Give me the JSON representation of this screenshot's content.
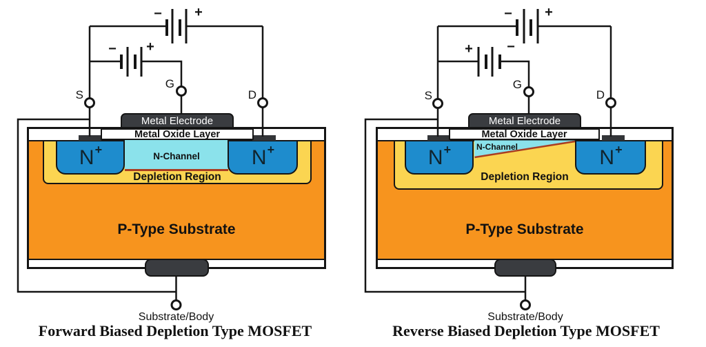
{
  "colors": {
    "substrate_orange": "#F7941E",
    "depletion_yellow": "#FBD551",
    "n_plus_blue": "#1E8CCD",
    "channel_cyan": "#8BE2EB",
    "metal_dark": "#3A3C40",
    "junction_red": "#AA3D22",
    "wire_black": "#151515"
  },
  "diagrams": [
    {
      "id": "forward-biased",
      "title": "Forward Biased Depletion Type MOSFET",
      "source_label": "S",
      "gate_label": "G",
      "drain_label": "D",
      "body_label": "Substrate/Body",
      "battery_top": {
        "left_sign": "−",
        "right_sign": "+"
      },
      "battery_gate": {
        "left_sign": "−",
        "right_sign": "+"
      },
      "layers": {
        "metal_electrode": "Metal Electrode",
        "metal_oxide": "Metal Oxide Layer",
        "source_region": "N",
        "source_region_sup": "+",
        "drain_region": "N",
        "drain_region_sup": "+",
        "channel": "N-Channel",
        "depletion": "Depletion Region",
        "substrate": "P-Type Substrate"
      }
    },
    {
      "id": "reverse-biased",
      "title": "Reverse Biased Depletion Type MOSFET",
      "source_label": "S",
      "gate_label": "G",
      "drain_label": "D",
      "body_label": "Substrate/Body",
      "battery_top": {
        "left_sign": "−",
        "right_sign": "+"
      },
      "battery_gate": {
        "left_sign": "+",
        "right_sign": "−"
      },
      "layers": {
        "metal_electrode": "Metal Electrode",
        "metal_oxide": "Metal Oxide Layer",
        "source_region": "N",
        "source_region_sup": "+",
        "drain_region": "N",
        "drain_region_sup": "+",
        "channel": "N-Channel",
        "depletion": "Depletion Region",
        "substrate": "P-Type Substrate"
      }
    }
  ]
}
